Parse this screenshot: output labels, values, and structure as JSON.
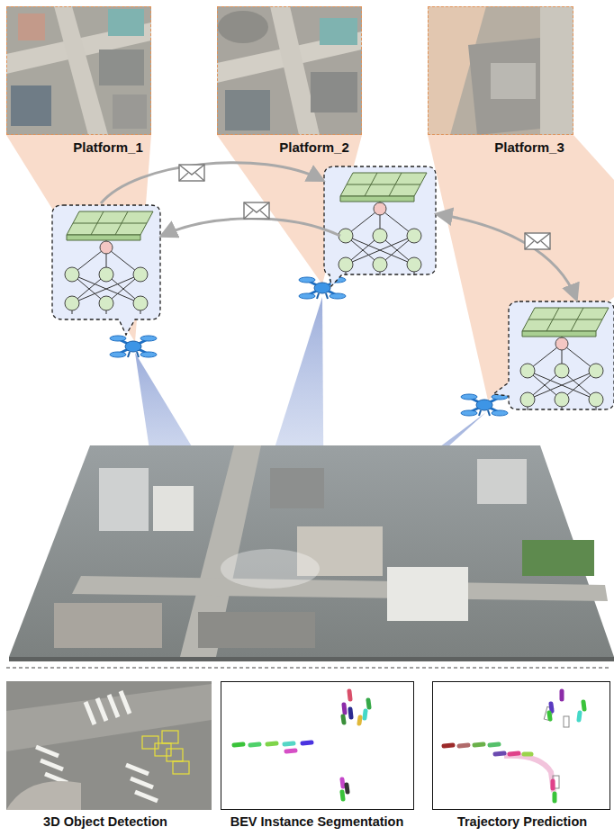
{
  "diagram": {
    "nodes": [
      {
        "text": [
          "Platform_1"
        ]
      },
      {
        "text": [
          "Platform_2"
        ]
      },
      {
        "text": [
          "Platform_3"
        ]
      },
      {
        "text": [
          "3D Object Detection"
        ]
      },
      {
        "text": [
          "BEV Instance Segmentation"
        ]
      },
      {
        "text": [
          "Trajectory Prediction"
        ]
      }
    ]
  }
}
